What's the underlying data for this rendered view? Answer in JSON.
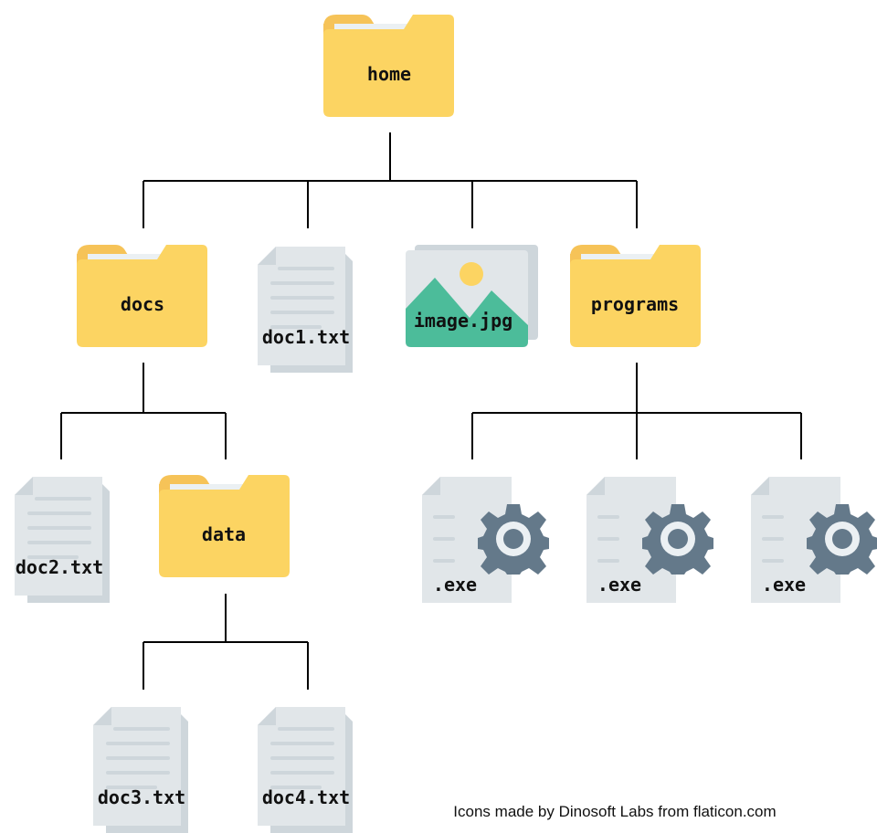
{
  "diagram": {
    "nodes": {
      "home": {
        "label": "home",
        "icon": "folder-icon"
      },
      "docs": {
        "label": "docs",
        "icon": "folder-icon"
      },
      "doc1": {
        "label": "doc1.txt",
        "icon": "document-icon"
      },
      "image": {
        "label": "image.jpg",
        "icon": "image-icon"
      },
      "programs": {
        "label": "programs",
        "icon": "folder-icon"
      },
      "doc2": {
        "label": "doc2.txt",
        "icon": "document-icon"
      },
      "data": {
        "label": "data",
        "icon": "folder-icon"
      },
      "exe1": {
        "label": ".exe",
        "icon": "executable-icon"
      },
      "exe2": {
        "label": ".exe",
        "icon": "executable-icon"
      },
      "exe3": {
        "label": ".exe",
        "icon": "executable-icon"
      },
      "doc3": {
        "label": "doc3.txt",
        "icon": "document-icon"
      },
      "doc4": {
        "label": "doc4.txt",
        "icon": "document-icon"
      }
    },
    "edges": [
      [
        "home",
        "docs"
      ],
      [
        "home",
        "doc1"
      ],
      [
        "home",
        "image"
      ],
      [
        "home",
        "programs"
      ],
      [
        "docs",
        "doc2"
      ],
      [
        "docs",
        "data"
      ],
      [
        "data",
        "doc3"
      ],
      [
        "data",
        "doc4"
      ],
      [
        "programs",
        "exe1"
      ],
      [
        "programs",
        "exe2"
      ],
      [
        "programs",
        "exe3"
      ]
    ]
  },
  "credit": "Icons made by Dinosoft Labs from flaticon.com",
  "colors": {
    "folder": "#FCD462",
    "folder_tab": "#F6C358",
    "folder_paper": "#EBF0F3",
    "document": "#E1E6E9",
    "document_back": "#CED6DB",
    "document_lines": "#CED6DB",
    "image_frame": "#E1E6E9",
    "image_mountain": "#4CBC9A",
    "image_sun": "#FCD462",
    "gear": "#64798A",
    "gear_hole": "#EBF0F3"
  }
}
